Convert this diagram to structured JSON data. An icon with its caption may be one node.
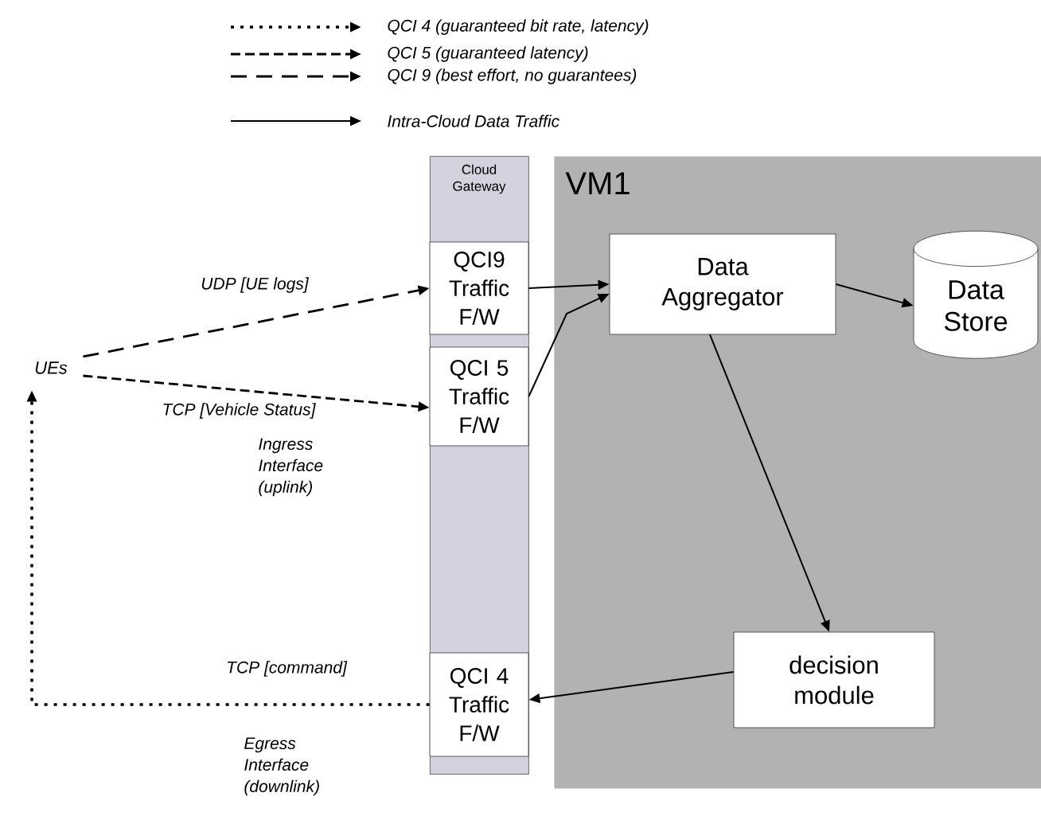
{
  "diagram": {
    "nodes": [
      {
        "text": [
          "Cloud Gateway"
        ]
      },
      {
        "text": [
          "VM1"
        ]
      },
      {
        "text": [
          "QCI9 Traffic F/W"
        ],
        "in": 0
      },
      {
        "text": [
          "QCI 5 Traffic F/W"
        ],
        "in": 0
      },
      {
        "text": [
          "QCI 4 Traffic F/W"
        ],
        "in": 0
      },
      {
        "text": [
          "Data Aggregator"
        ],
        "in": 1
      },
      {
        "text": [
          "Data Store"
        ],
        "in": 1
      },
      {
        "text": [
          "decision module"
        ],
        "in": 1
      },
      {
        "text": [
          "UEs"
        ]
      }
    ],
    "edges": [
      {
        "from": 8,
        "to": 2,
        "arrow": "to",
        "label": "UDP [UE logs]",
        "style": "dashed"
      },
      {
        "from": 8,
        "to": 3,
        "arrow": "to",
        "label": "TCP [Vehicle Status]",
        "style": "dashed"
      },
      {
        "from": 2,
        "to": 5,
        "arrow": "to"
      },
      {
        "from": 3,
        "to": 5,
        "arrow": "to"
      },
      {
        "from": 5,
        "to": 6,
        "arrow": "to"
      },
      {
        "from": 5,
        "to": 7,
        "arrow": "to"
      },
      {
        "from": 7,
        "to": 4,
        "arrow": "to"
      },
      {
        "from": 4,
        "to": 8,
        "arrow": "to",
        "label": "TCP [command]",
        "style": "dashed"
      }
    ],
    "labels": [
      "Ingress Interface (uplink)",
      "Egress Interface (downlink)"
    ],
    "legend": [
      {
        "text": "QCI 4 (guaranteed bit rate, latency)"
      },
      {
        "text": "QCI 5 (guaranteed latency)"
      },
      {
        "text": "QCI 9 (best effort, no guarantees)"
      },
      {
        "text": "Intra-Cloud Data Traffic"
      }
    ]
  }
}
